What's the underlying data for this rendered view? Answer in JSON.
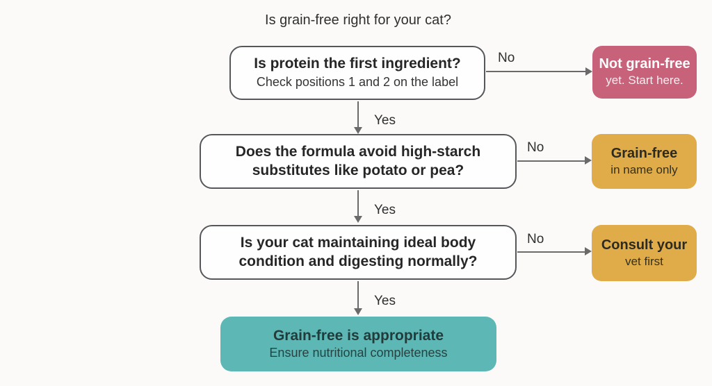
{
  "title": "Is grain-free right for your cat?",
  "nodes": {
    "protein_question": {
      "main": "Is protein the first ingredient?",
      "sub": "Check positions 1 and 2 on the label"
    },
    "starch_question": {
      "line1": "Does the formula avoid high-starch",
      "line2": "substitutes like potato or pea?"
    },
    "condition_question": {
      "line1": "Is your cat maintaining ideal body",
      "line2": "condition and digesting normally?"
    },
    "not_grain_free": {
      "main": "Not grain-free",
      "sub": "yet. Start here."
    },
    "name_only": {
      "main": "Grain-free",
      "sub": "in name only"
    },
    "consult_vet": {
      "main": "Consult your",
      "sub": "vet first"
    },
    "appropriate": {
      "main": "Grain-free is appropriate",
      "sub": "Ensure nutritional completeness"
    }
  },
  "edge_labels": {
    "no1": "No",
    "no2": "No",
    "no3": "No",
    "yes1": "Yes",
    "yes2": "Yes",
    "yes3": "Yes"
  },
  "colors": {
    "background": "#fbfaf8",
    "question_border": "#56575b",
    "outcome_negative": "#c8617a",
    "outcome_caution": "#dfac49",
    "outcome_positive": "#5cb7b5",
    "arrow": "#6a6a6a"
  }
}
